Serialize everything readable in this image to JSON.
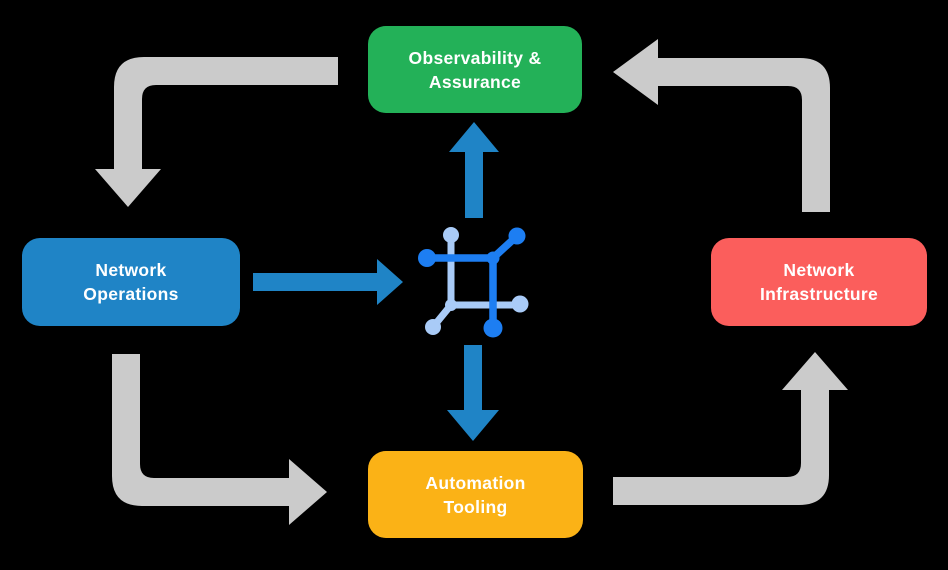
{
  "background": "#000000",
  "colors": {
    "arrow_gray": "#CBCBCB",
    "arrow_blue": "#1F84C6",
    "icon_blue_dark": "#1D7EF2",
    "icon_blue_light": "#A9CBF7",
    "node_text": "#FFFFFF"
  },
  "nodes": {
    "observability": {
      "label_line1": "Observability &",
      "label_line2": "Assurance",
      "color": "#23B158"
    },
    "operations": {
      "label_line1": "Network",
      "label_line2": "Operations",
      "color": "#1F84C6"
    },
    "infrastructure": {
      "label_line1": "Network",
      "label_line2": "Infrastructure",
      "color": "#FB5E5C"
    },
    "automation": {
      "label_line1": "Automation",
      "label_line2": "Tooling",
      "color": "#FBB216"
    }
  },
  "center_icon": {
    "name": "network-node-icon"
  },
  "flows": [
    {
      "from": "observability",
      "to": "operations",
      "style": "gray-cycle"
    },
    {
      "from": "operations",
      "to": "automation",
      "style": "gray-cycle"
    },
    {
      "from": "automation",
      "to": "infrastructure",
      "style": "gray-cycle"
    },
    {
      "from": "infrastructure",
      "to": "observability",
      "style": "gray-cycle"
    },
    {
      "from": "operations",
      "to": "center-icon",
      "style": "blue"
    },
    {
      "from": "center-icon",
      "to": "observability",
      "style": "blue"
    },
    {
      "from": "center-icon",
      "to": "automation",
      "style": "blue"
    }
  ]
}
